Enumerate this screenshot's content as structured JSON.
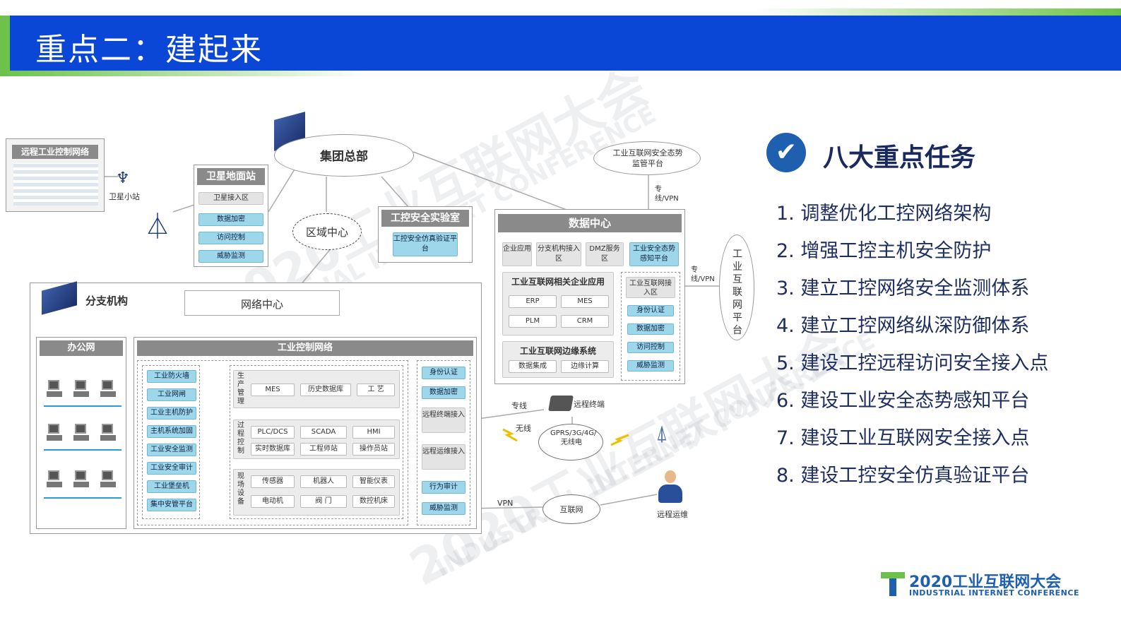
{
  "header": {
    "title": "重点二：建起来"
  },
  "watermark": {
    "cn": "2020工业互联网大会",
    "en": "INDUSTRIAL INTERNET CONFERENCE"
  },
  "diagram": {
    "remote_ics": "远程工业控制网络",
    "satellite_station": "卫星小站",
    "satellite_ground": {
      "title": "卫星地面站",
      "items": [
        "卫星接入区",
        "数据加密",
        "访问控制",
        "威胁监测"
      ]
    },
    "hq": "集团总部",
    "region": "区域中心",
    "lab": {
      "title": "工控安全实验室",
      "item": "工控安全仿真验证平台"
    },
    "monitor_platform": "工业互联网安全态势监管平台",
    "line_dedicated_vpn1": "专线/VPN",
    "line_dedicated_vpn2": "专线/VPN",
    "data_center": {
      "title": "数据中心",
      "top": [
        "企业应用",
        "分支机构接入区",
        "DMZ服务区",
        "工业安全态势感知平台"
      ],
      "apps_title": "工业互联网相关企业应用",
      "apps": [
        "ERP",
        "MES",
        "PLM",
        "CRM"
      ],
      "edge_title": "工业互联网边缘系统",
      "edge": [
        "数据集成",
        "边缘计算"
      ],
      "access": [
        "工业互联网接入区",
        "身份认证",
        "数据加密",
        "访问控制",
        "威胁监测"
      ]
    },
    "iip": "工业互联网平台",
    "branch": "分支机构",
    "network_center": "网络中心",
    "office": "办公网",
    "ics_net": "工业控制网络",
    "security_list": [
      "工业防火墙",
      "工业网闸",
      "工业主机防护",
      "主机系统加固",
      "工业安全监测",
      "工业安全审计",
      "工业堡垒机",
      "集中安管平台"
    ],
    "production": {
      "label": "生产管理",
      "items": [
        "MES",
        "历史数据库",
        "工 艺"
      ]
    },
    "process": {
      "label": "过程控制",
      "items": [
        "PLC/DCS",
        "SCADA",
        "HMI",
        "实时数据库",
        "工程师站",
        "操作员站"
      ]
    },
    "field": {
      "label": "现场设备",
      "items": [
        "传感器",
        "机器人",
        "智能仪表",
        "电动机",
        "阀 门",
        "数控机床"
      ]
    },
    "right_col": [
      "身份认证",
      "数据加密",
      "远程终端接入",
      "远程运维接入",
      "行为审计",
      "威胁监测"
    ],
    "dedicated": "专线",
    "wireless": "无线",
    "remote_terminal": "远程终端",
    "gprs": "GPRS/3G/4G/无线电",
    "vpn": "VPN",
    "internet": "互联网",
    "remote_ops": "远程运维"
  },
  "tasks": {
    "heading": "八大重点任务",
    "items": [
      "1.  调整优化工控网络架构",
      "2.  增强工控主机安全防护",
      "3.  建立工控网络安全监测体系",
      "4.  建立工控网络纵深防御体系",
      "5.  建设工控远程访问安全接入点",
      "6.  建设工业安全态势感知平台",
      "7.  建设工业互联网安全接入点",
      "8.  建设工控安全仿真验证平台"
    ]
  },
  "logo": {
    "line1": "2020工业互联网大会",
    "line2": "INDUSTRIAL INTERNET CONFERENCE"
  },
  "colors": {
    "banner": "#0a47d6",
    "accent_green": "#6cc24a",
    "task_text": "#1e2e60"
  }
}
